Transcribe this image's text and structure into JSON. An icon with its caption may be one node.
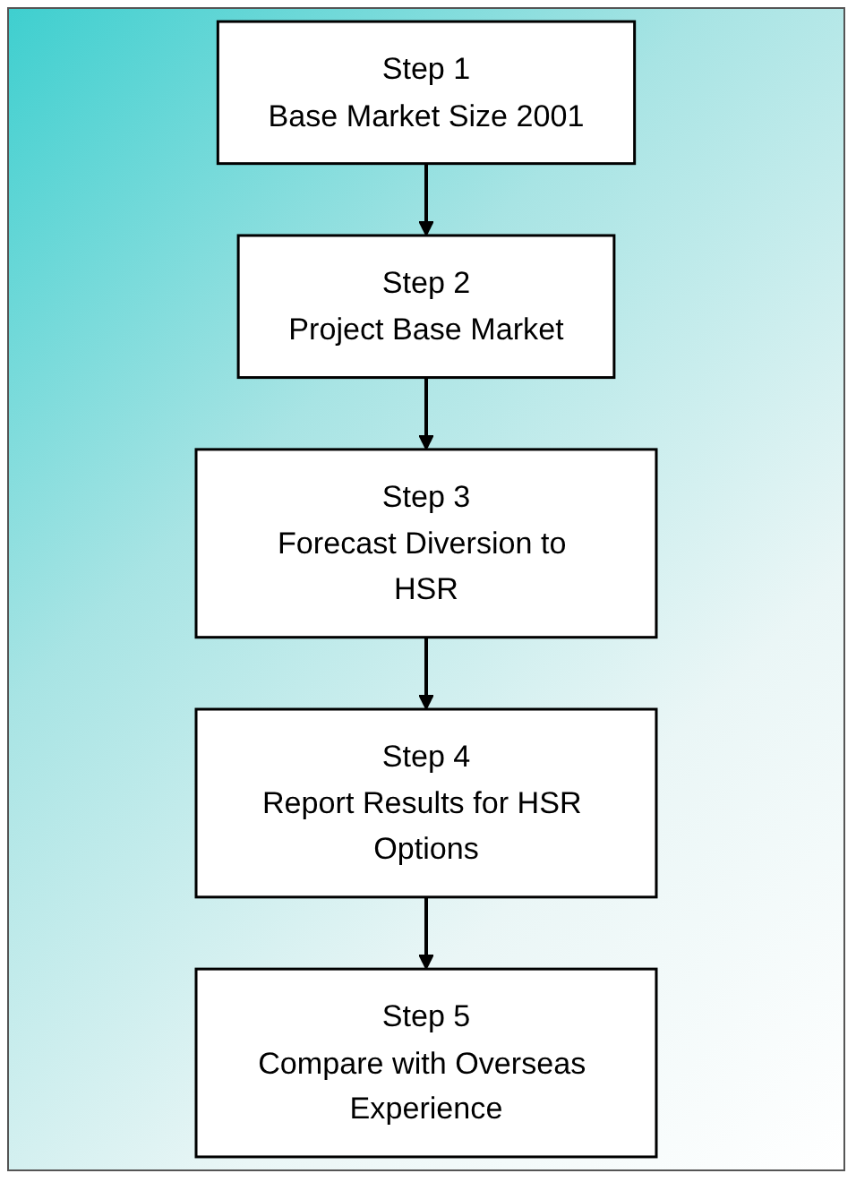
{
  "diagram": {
    "nodes": [
      {
        "text": [
          "Step 1",
          "Base Market Size 2001"
        ]
      },
      {
        "text": [
          "Step 2",
          "Project Base Market"
        ]
      },
      {
        "text": [
          "Step 3",
          "Forecast Diversion to HSR"
        ]
      },
      {
        "text": [
          "Step 4",
          "Report Results for HSR Options"
        ]
      },
      {
        "text": [
          "Step 5",
          "Compare with Overseas Experience"
        ]
      }
    ],
    "edges": [
      {
        "from": 0,
        "to": 1,
        "arrow": "to"
      },
      {
        "from": 1,
        "to": 2,
        "arrow": "to"
      },
      {
        "from": 2,
        "to": 3,
        "arrow": "to"
      },
      {
        "from": 3,
        "to": 4,
        "arrow": "to"
      }
    ]
  }
}
